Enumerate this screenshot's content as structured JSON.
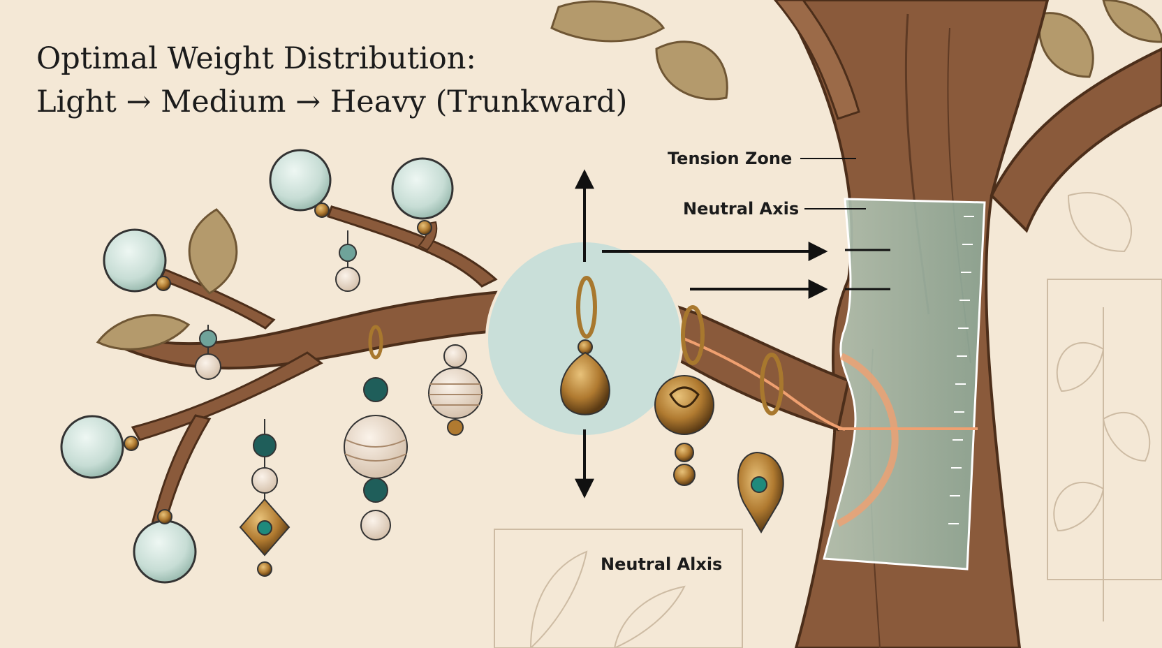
{
  "title": {
    "line1": "Optimal Weight Distribution:",
    "line2": "Light → Medium → Heavy (Trunkward)"
  },
  "labels": {
    "tension_zone": "Tension Zone",
    "neutral_axis": "Neutral Axis",
    "neutral_alxis": "Neutral Alxis"
  },
  "colors": {
    "background": "#f4e8d6",
    "bark": "#8a5a3b",
    "bark_dark": "#5e3a24",
    "leaf": "#b49a6c",
    "glass": "#cfe3dc",
    "brass": "#c08a3a",
    "teal_bead": "#1f5e5a",
    "cream_bead": "#efe0cf",
    "stress_orange": "#f0a070",
    "neutral_panel": "#a8c0b0"
  },
  "icons": [
    "leaf-icon",
    "glass-orb-icon",
    "bead-charm-icon",
    "pendant-icon",
    "arrow-up-icon",
    "arrow-down-icon",
    "arrow-right-icon"
  ]
}
